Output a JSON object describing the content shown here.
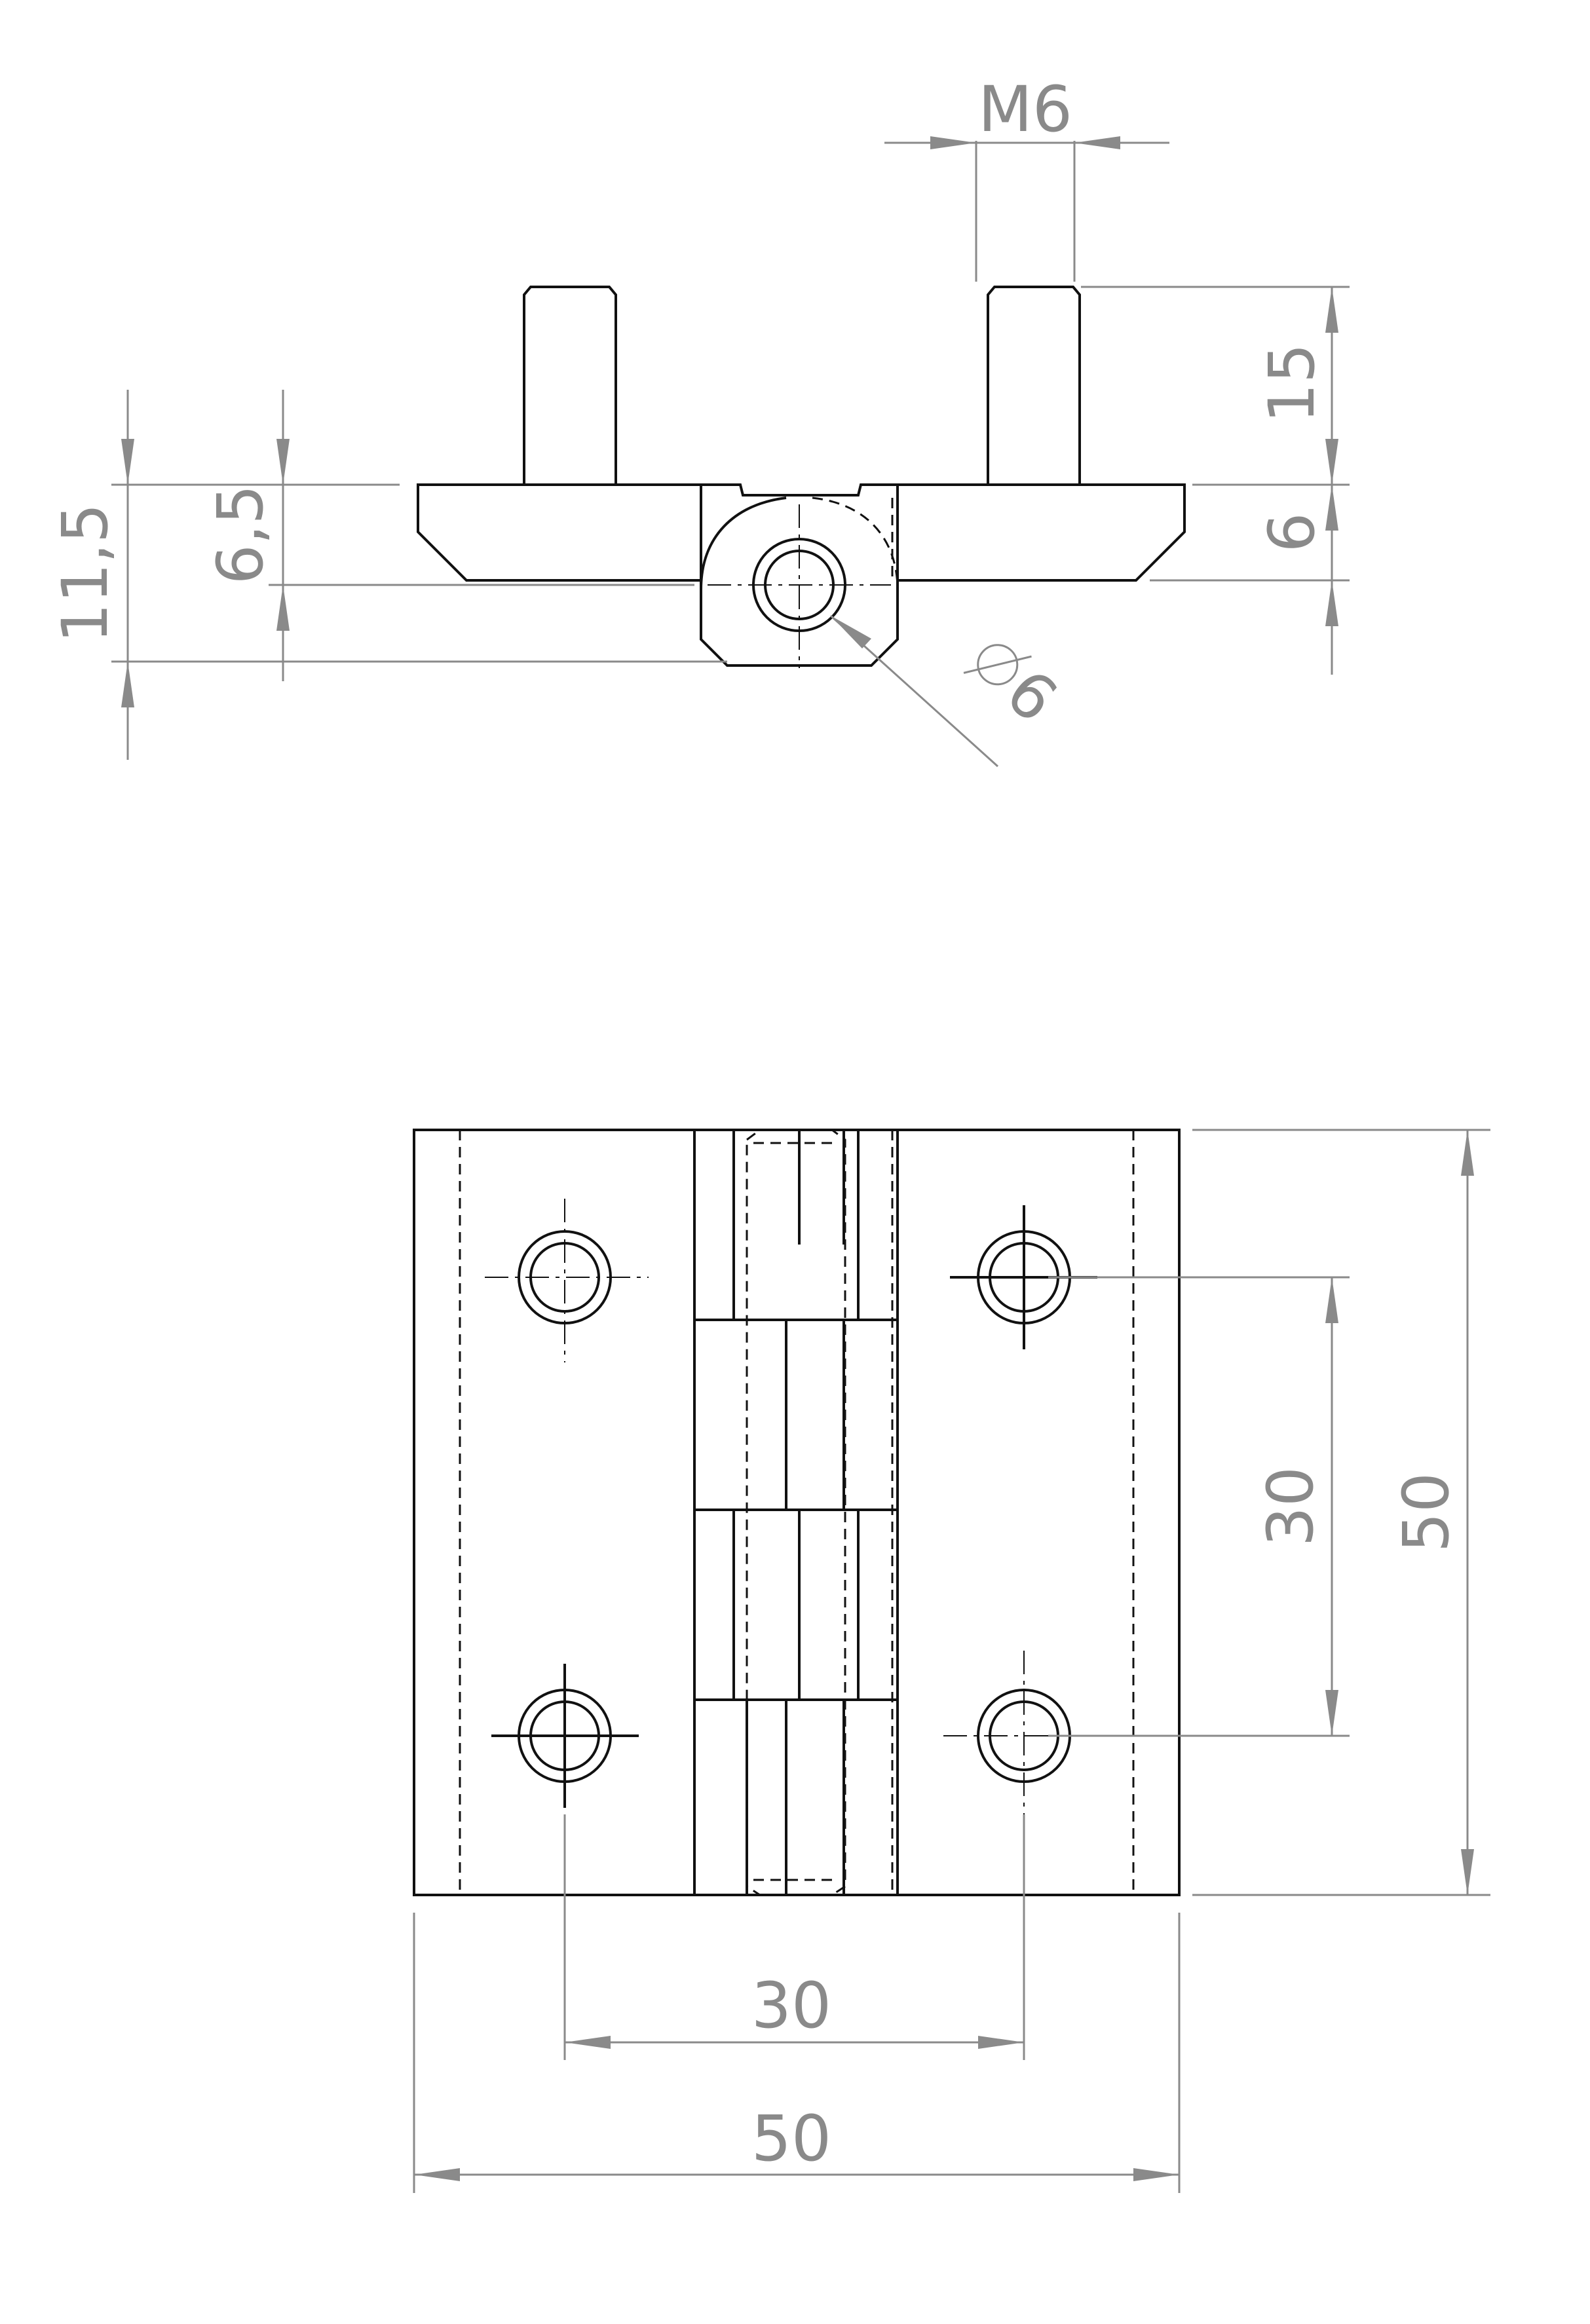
{
  "dimensions": {
    "thread": "M6",
    "stud_length": "15",
    "leaf_thickness": "6",
    "overall_height": "11,5",
    "pin_offset": "6,5",
    "pin_diameter": "6",
    "hole_spacing_vertical": "30",
    "overall_height_front": "50",
    "hole_spacing_horizontal": "30",
    "overall_width": "50"
  },
  "symbols": {
    "diameter": "diameter-symbol"
  },
  "colors": {
    "outline": "#111111",
    "dimension": "#8a8a8a"
  }
}
